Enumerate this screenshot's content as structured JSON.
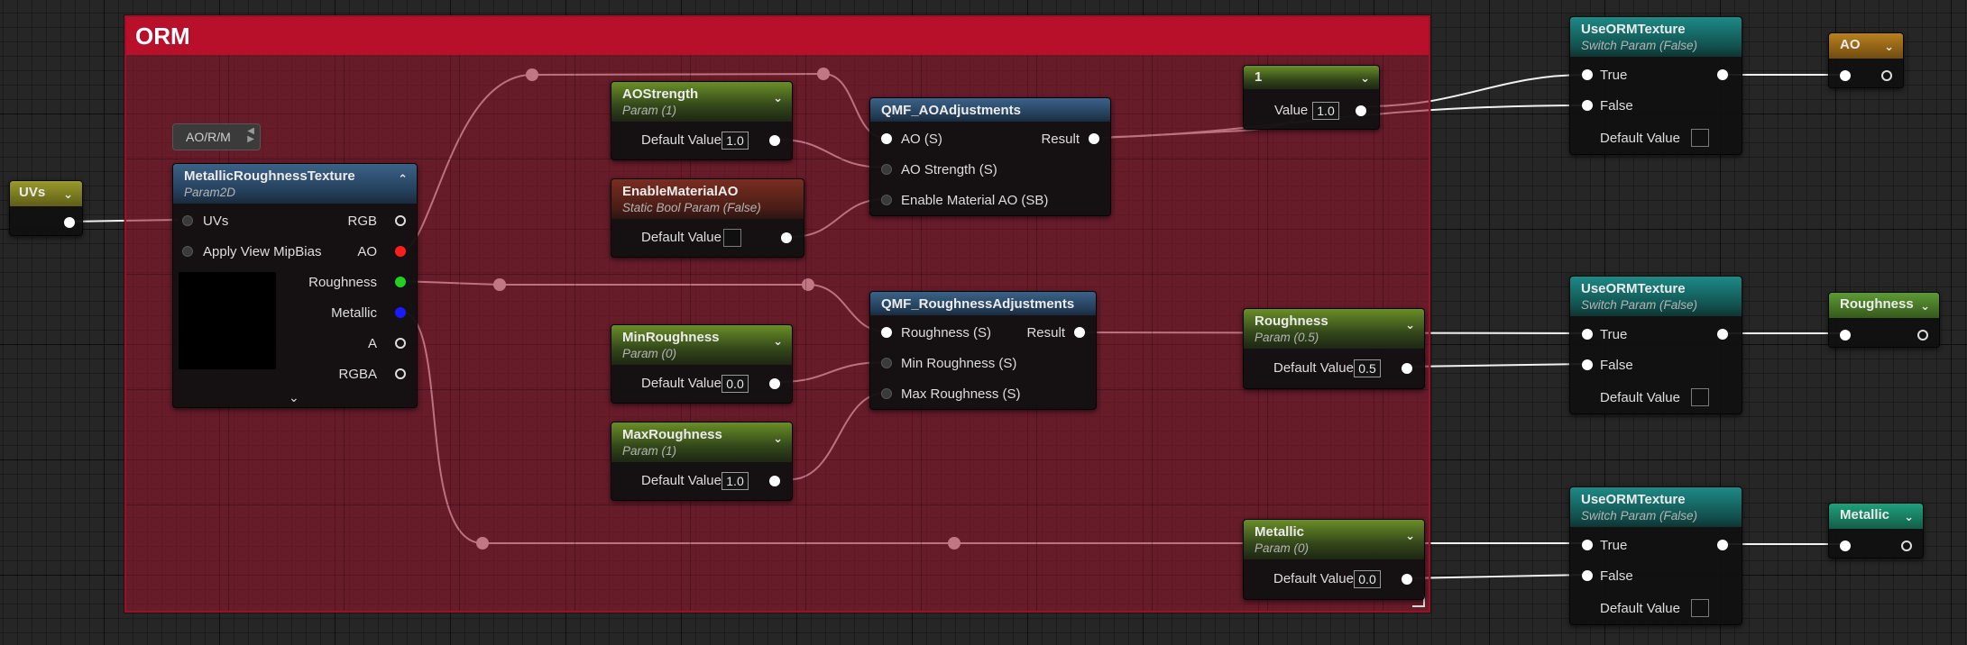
{
  "comment": {
    "title": "ORM"
  },
  "uvs_node": {
    "title": "UVs"
  },
  "orm_tag": {
    "label": "AO/R/M"
  },
  "texture_node": {
    "title": "MetallicRoughnessTexture",
    "subtitle": "Param2D",
    "inputs": [
      "UVs",
      "Apply View MipBias"
    ],
    "outputs": [
      "RGB",
      "AO",
      "Roughness",
      "Metallic",
      "A",
      "RGBA"
    ],
    "pin_colors": {
      "AO": "#ff1e1e",
      "Roughness": "#22d022",
      "Metallic": "#1a1aff"
    }
  },
  "ao_strength": {
    "title": "AOStrength",
    "subtitle": "Param (1)",
    "label": "Default Value",
    "value": "1.0"
  },
  "enable_ao": {
    "title": "EnableMaterialAO",
    "subtitle": "Static Bool Param (False)",
    "label": "Default Value"
  },
  "ao_adjust": {
    "title": "QMF_AOAdjustments",
    "inputs": [
      "AO (S)",
      "AO Strength (S)",
      "Enable Material AO (SB)"
    ],
    "output": "Result"
  },
  "const_one": {
    "title": "1",
    "label": "Value",
    "value": "1.0"
  },
  "rough_adjust": {
    "title": "QMF_RoughnessAdjustments",
    "inputs": [
      "Roughness (S)",
      "Min Roughness (S)",
      "Max Roughness (S)"
    ],
    "output": "Result"
  },
  "min_rough": {
    "title": "MinRoughness",
    "subtitle": "Param (0)",
    "label": "Default Value",
    "value": "0.0"
  },
  "max_rough": {
    "title": "MaxRoughness",
    "subtitle": "Param (1)",
    "label": "Default Value",
    "value": "1.0"
  },
  "rough_param": {
    "title": "Roughness",
    "subtitle": "Param (0.5)",
    "label": "Default Value",
    "value": "0.5"
  },
  "metal_param": {
    "title": "Metallic",
    "subtitle": "Param (0)",
    "label": "Default Value",
    "value": "0.0"
  },
  "switch_nodes": [
    {
      "title": "UseORMTexture",
      "subtitle": "Switch Param (False)",
      "true_label": "True",
      "false_label": "False",
      "default_label": "Default Value"
    },
    {
      "title": "UseORMTexture",
      "subtitle": "Switch Param (False)",
      "true_label": "True",
      "false_label": "False",
      "default_label": "Default Value"
    },
    {
      "title": "UseORMTexture",
      "subtitle": "Switch Param (False)",
      "true_label": "True",
      "false_label": "False",
      "default_label": "Default Value"
    }
  ],
  "reroute_outputs": [
    {
      "title": "AO",
      "color": "#b9801e"
    },
    {
      "title": "Roughness",
      "color": "#5d9a34"
    },
    {
      "title": "Metallic",
      "color": "#1fa07c"
    }
  ]
}
